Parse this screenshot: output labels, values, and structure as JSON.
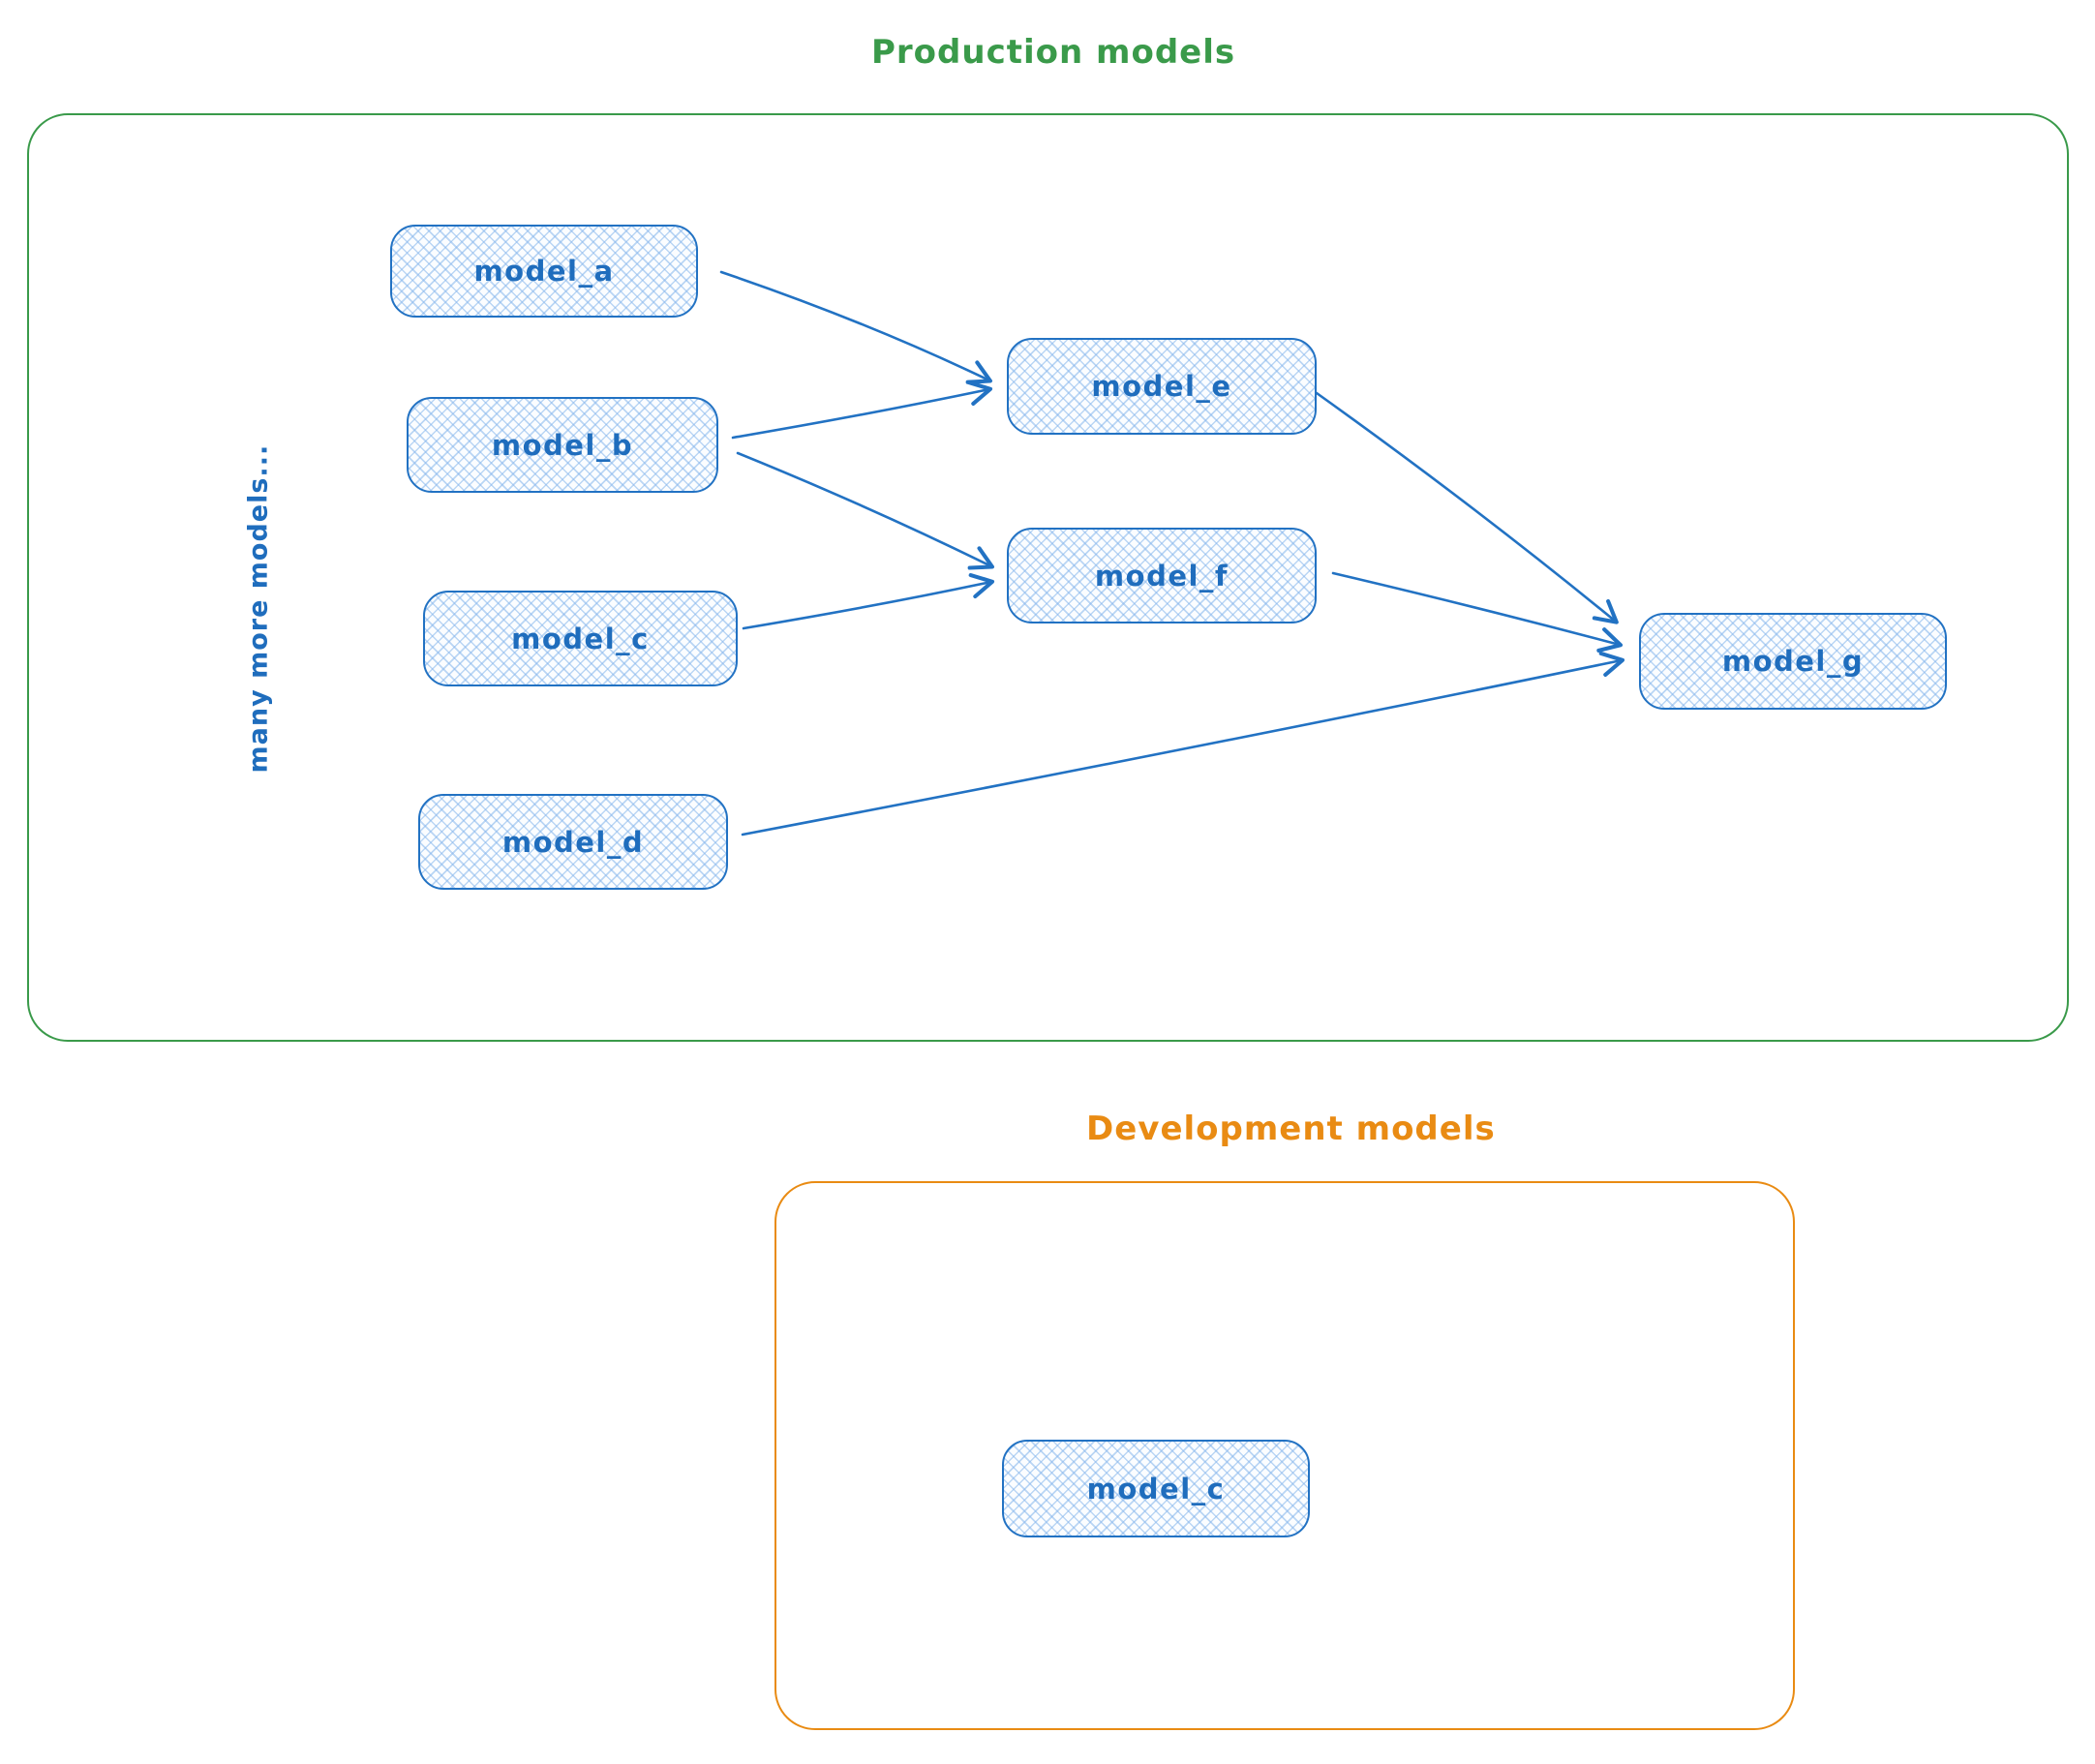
{
  "production": {
    "title": "Production models",
    "side_note": "many more models...",
    "nodes": [
      {
        "id": "model_a",
        "label": "model_a"
      },
      {
        "id": "model_b",
        "label": "model_b"
      },
      {
        "id": "model_c",
        "label": "model_c"
      },
      {
        "id": "model_d",
        "label": "model_d"
      },
      {
        "id": "model_e",
        "label": "model_e"
      },
      {
        "id": "model_f",
        "label": "model_f"
      },
      {
        "id": "model_g",
        "label": "model_g"
      }
    ],
    "edges": [
      {
        "from": "model_a",
        "to": "model_e"
      },
      {
        "from": "model_b",
        "to": "model_e"
      },
      {
        "from": "model_b",
        "to": "model_f"
      },
      {
        "from": "model_c",
        "to": "model_f"
      },
      {
        "from": "model_e",
        "to": "model_g"
      },
      {
        "from": "model_f",
        "to": "model_g"
      },
      {
        "from": "model_d",
        "to": "model_g"
      }
    ]
  },
  "development": {
    "title": "Development models",
    "nodes": [
      {
        "id": "model_c",
        "label": "model_c"
      }
    ]
  },
  "colors": {
    "node_stroke": "#2272c3",
    "node_text": "#1f6dbd",
    "node_hatch": "#b7d7f4",
    "production_accent": "#3a9a4a",
    "development_accent": "#e98b13"
  }
}
